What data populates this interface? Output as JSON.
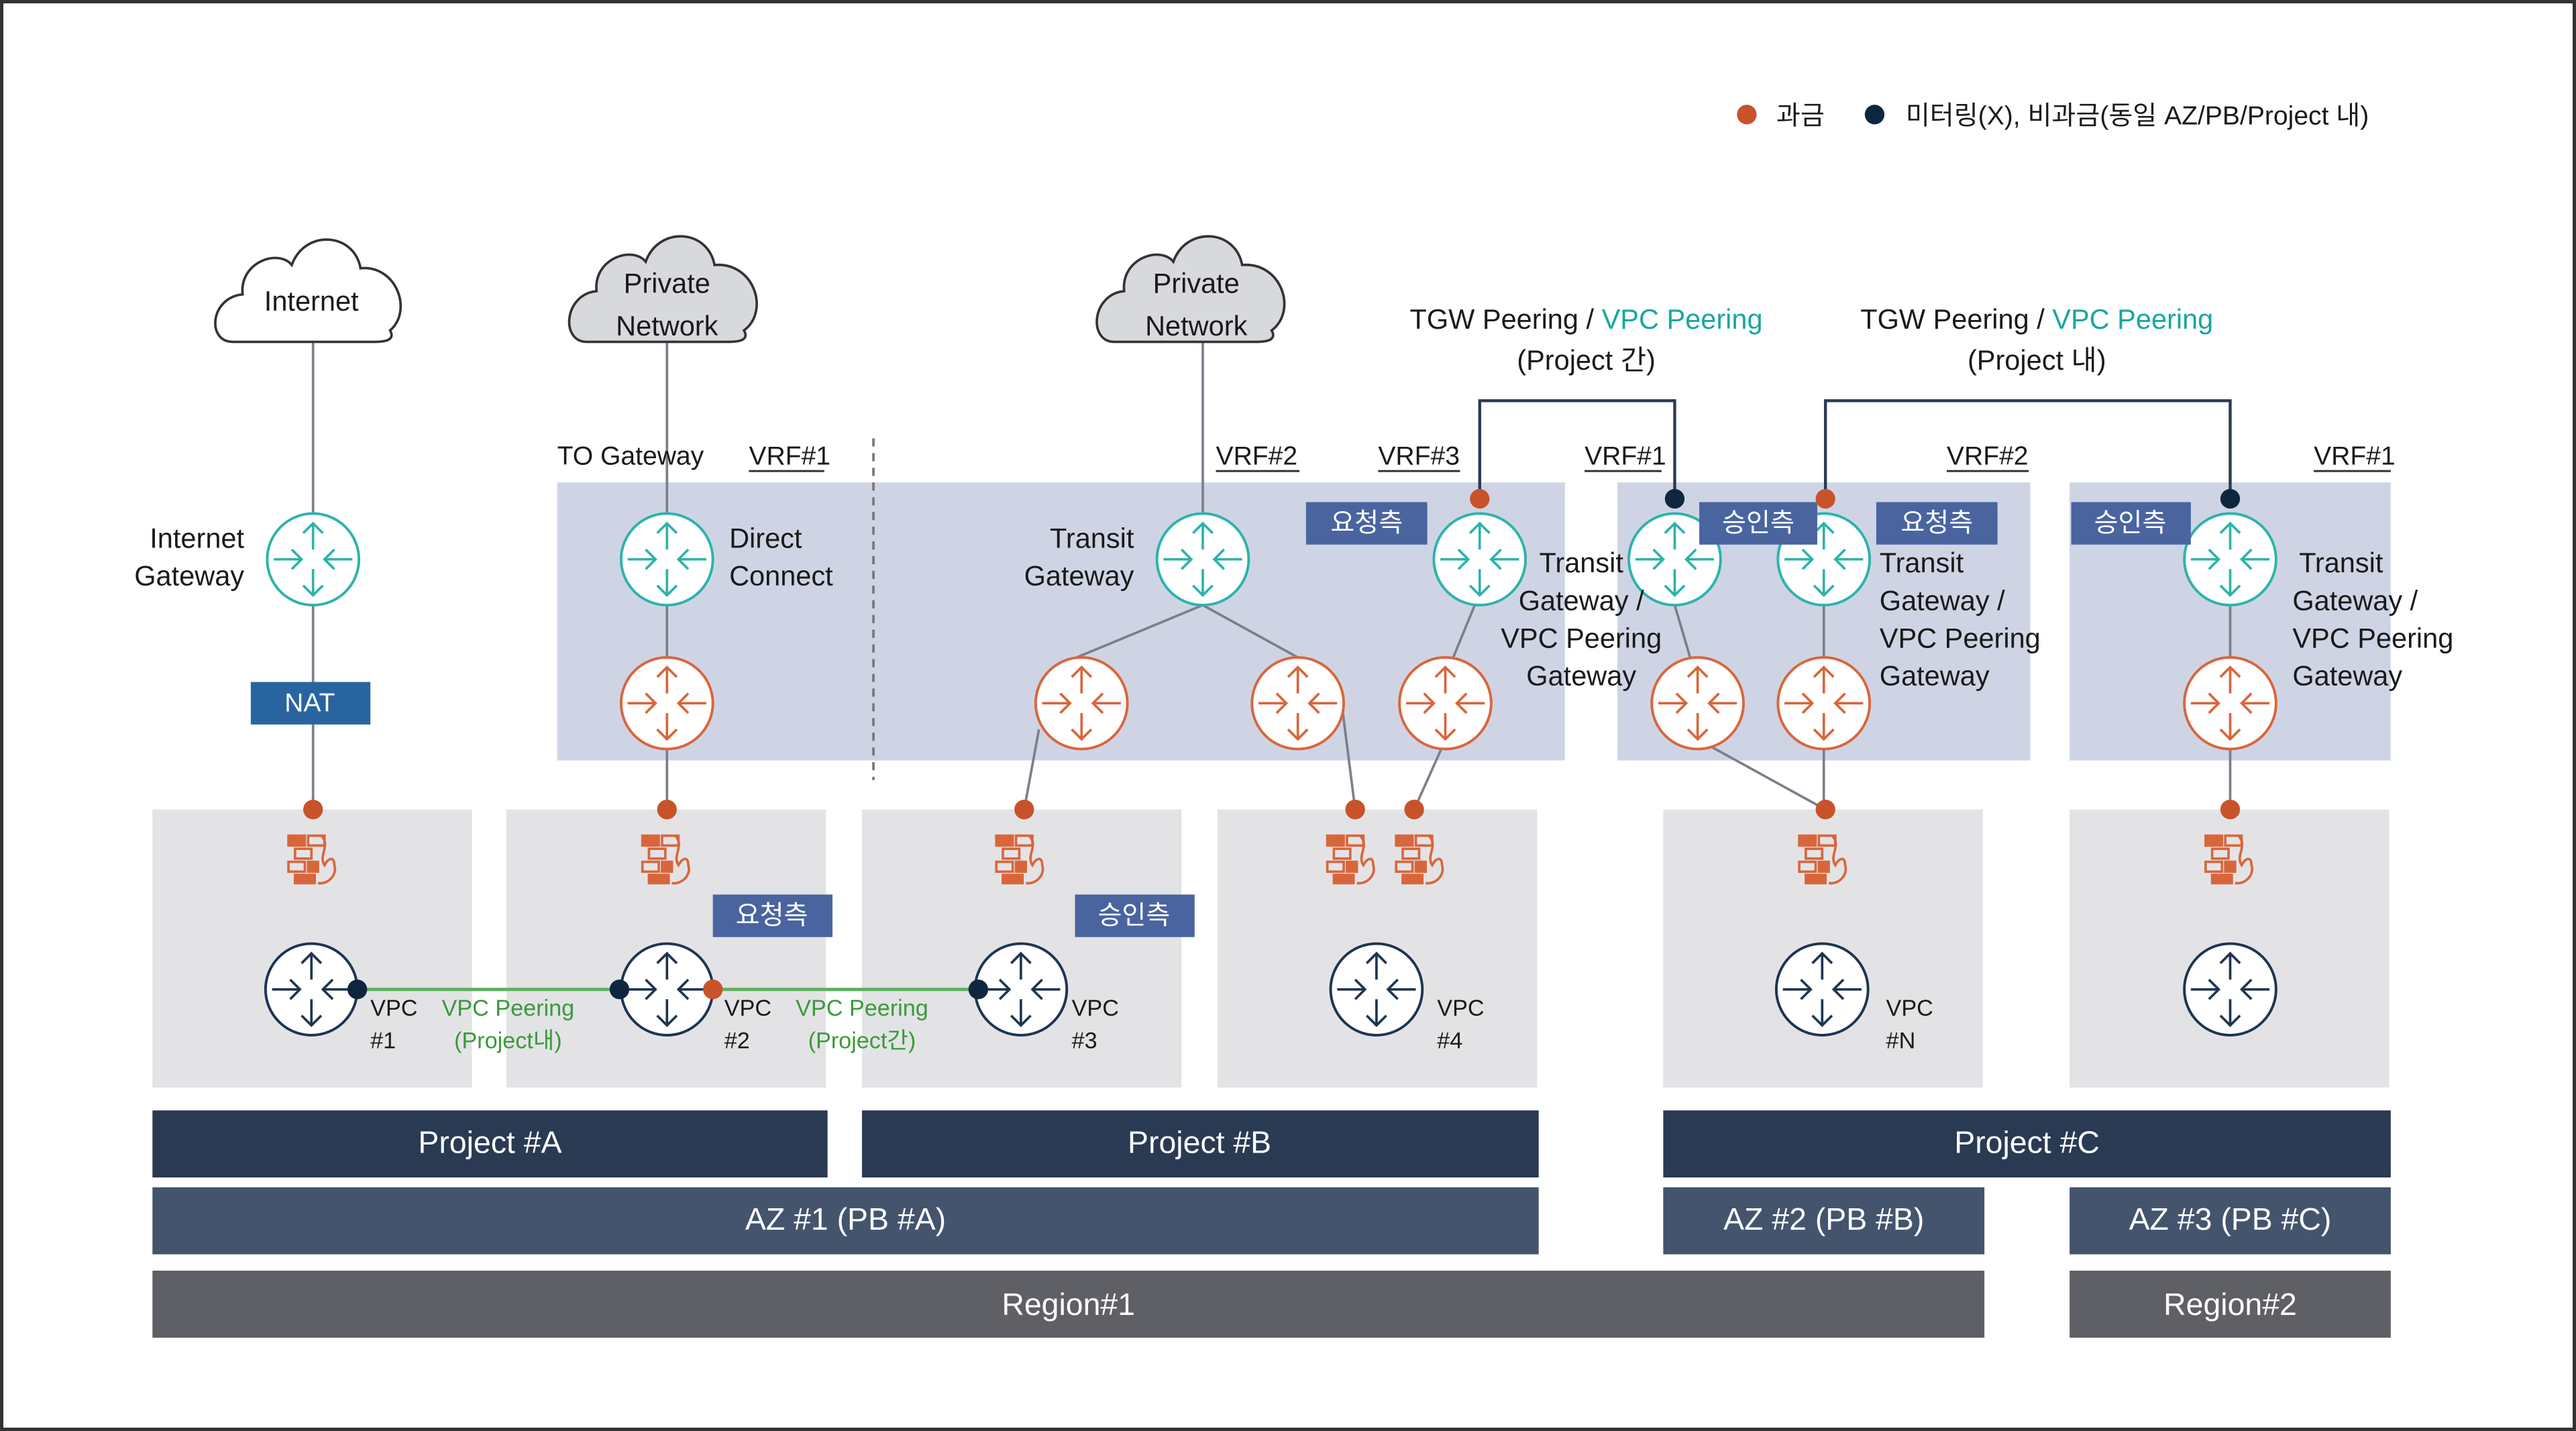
{
  "legend": {
    "items": [
      {
        "label": "과금",
        "color": "#c8532a"
      },
      {
        "label": "미터링(X), 비과금(동일 AZ/PB/Project 내)",
        "color": "#0f2640"
      }
    ]
  },
  "colors": {
    "charged": "#c8532a",
    "non_charged": "#0f2640",
    "gateway_teal": "#2db3ab",
    "router_orange": "#d9663b",
    "vpc_navy": "#1e3550",
    "vrf_panel": "#cfd4e5",
    "vpc_panel": "#e3e3e6",
    "tag_bg": "#4a64a0",
    "nat_bg": "#2865a0",
    "project_bar": "#2a3a53",
    "az_bar": "#44546d",
    "region_bar": "#5f6066",
    "peering_green": "#5fae5f"
  },
  "clouds": {
    "internet": "Internet",
    "private1_line1": "Private",
    "private1_line2": "Network",
    "private2_line1": "Private",
    "private2_line2": "Network"
  },
  "gateways": {
    "internet_gw_line1": "Internet",
    "internet_gw_line2": "Gateway",
    "nat": "NAT",
    "to_gateway": "TO Gateway",
    "direct_connect_line1": "Direct",
    "direct_connect_line2": "Connect",
    "transit_gw_line1": "Transit",
    "transit_gw_line2": "Gateway",
    "tgw_vpc_line1": "Transit",
    "tgw_vpc_line2": "Gateway /",
    "tgw_vpc_line3": "VPC Peering",
    "tgw_vpc_line4": "Gateway"
  },
  "peering_titles": {
    "inter_project": {
      "part1": "TGW Peering / ",
      "part2": "VPC Peering",
      "line2": "(Project 간)"
    },
    "intra_project": {
      "part1": "TGW Peering / ",
      "part2": "VPC Peering",
      "line2": "(Project 내)"
    }
  },
  "vrf_labels": [
    "VRF#1",
    "VRF#2",
    "VRF#3",
    "VRF#1",
    "VRF#2",
    "VRF#1"
  ],
  "tags": {
    "requester": "요청측",
    "acceptor": "승인측"
  },
  "vpcs": [
    {
      "line1": "VPC",
      "line2": "#1"
    },
    {
      "line1": "VPC",
      "line2": "#2"
    },
    {
      "line1": "VPC",
      "line2": "#3"
    },
    {
      "line1": "VPC",
      "line2": "#4"
    },
    {
      "line1": "VPC",
      "line2": "#N"
    }
  ],
  "vpc_peering": [
    {
      "line1": "VPC Peering",
      "line2": "(Project내)"
    },
    {
      "line1": "VPC Peering",
      "line2": "(Project간)"
    }
  ],
  "projects": [
    "Project #A",
    "Project #B",
    "Project #C"
  ],
  "azs": [
    "AZ #1 (PB #A)",
    "AZ #2 (PB #B)",
    "AZ #3 (PB #C)"
  ],
  "regions": [
    "Region#1",
    "Region#2"
  ]
}
